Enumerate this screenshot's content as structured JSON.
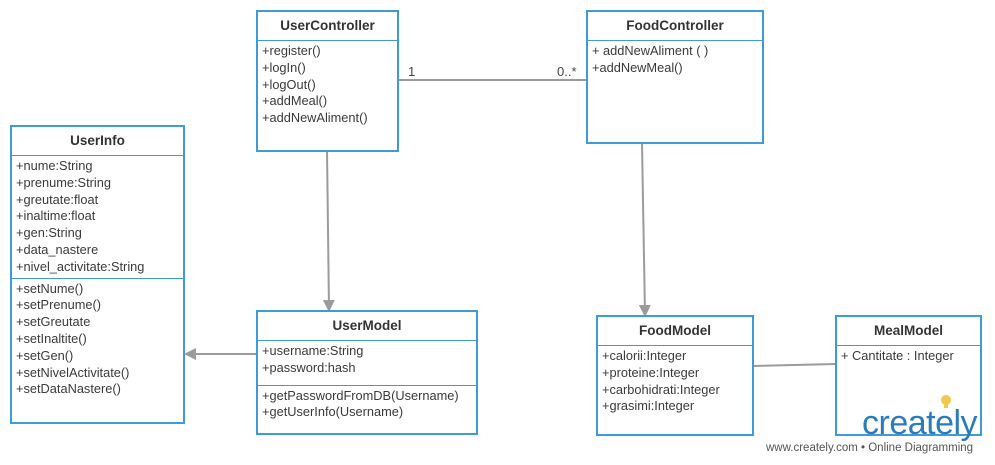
{
  "classes": {
    "user_controller": {
      "name": "UserController",
      "attributes": [],
      "methods": [
        "+register()",
        "+logIn()",
        "+logOut()",
        "+addMeal()",
        "+addNewAliment()"
      ]
    },
    "food_controller": {
      "name": "FoodController",
      "attributes": [],
      "methods": [
        "+ addNewAliment ( )",
        "+addNewMeal()"
      ]
    },
    "user_info": {
      "name": "UserInfo",
      "attributes": [
        "+nume:String",
        "+prenume:String",
        "+greutate:float",
        "+inaltime:float",
        "+gen:String",
        "+data_nastere",
        "+nivel_activitate:String"
      ],
      "methods": [
        "+setNume()",
        "+setPrenume()",
        "+setGreutate",
        "+setInaltite()",
        "+setGen()",
        "+setNivelActivitate()",
        "+setDataNastere()"
      ]
    },
    "user_model": {
      "name": "UserModel",
      "attributes": [
        "+username:String",
        "+password:hash"
      ],
      "methods": [
        "+getPasswordFromDB(Username)",
        "+getUserInfo(Username)"
      ]
    },
    "food_model": {
      "name": "FoodModel",
      "attributes": [
        "+calorii:Integer",
        "+proteine:Integer",
        "+carbohidrati:Integer",
        "+grasimi:Integer"
      ],
      "methods": []
    },
    "meal_model": {
      "name": "MealModel",
      "attributes": [
        "+ Cantitate : Integer"
      ],
      "methods": []
    }
  },
  "associations": {
    "controller_link": {
      "from_multiplicity": "1",
      "to_multiplicity": "0..*"
    }
  },
  "colors": {
    "class_border": "#3f9ad9",
    "connector": "#9b9b9b",
    "brand": "#2b7bbd",
    "bulb": "#f2c94c"
  },
  "branding": {
    "logo": "creately",
    "tagline": "www.creately.com • Online Diagramming"
  }
}
